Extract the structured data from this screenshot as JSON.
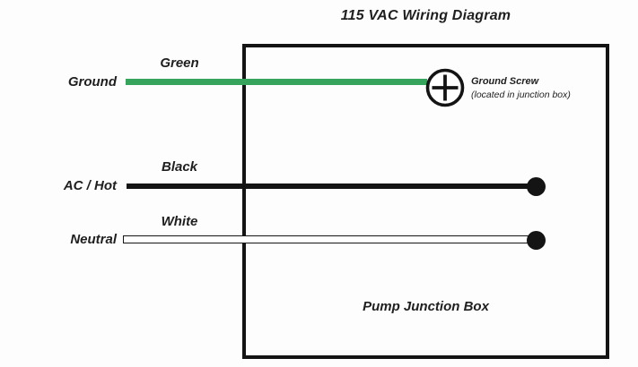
{
  "diagram": {
    "title": "115 VAC Wiring Diagram",
    "junction_box_label": "Pump Junction Box",
    "ground_screw": {
      "label": "Ground Screw",
      "note": "(located in junction box)"
    },
    "wires": {
      "ground": {
        "terminal": "Ground",
        "color_name": "Green",
        "color_hex": "#36a45c"
      },
      "hot": {
        "terminal": "AC / Hot",
        "color_name": "Black",
        "color_hex": "#141414"
      },
      "neutral": {
        "terminal": "Neutral",
        "color_name": "White",
        "color_hex": "#ffffff"
      }
    },
    "colors": {
      "box_border": "#141414",
      "background": "#fdfdfd",
      "text": "#1f1f1f"
    }
  }
}
